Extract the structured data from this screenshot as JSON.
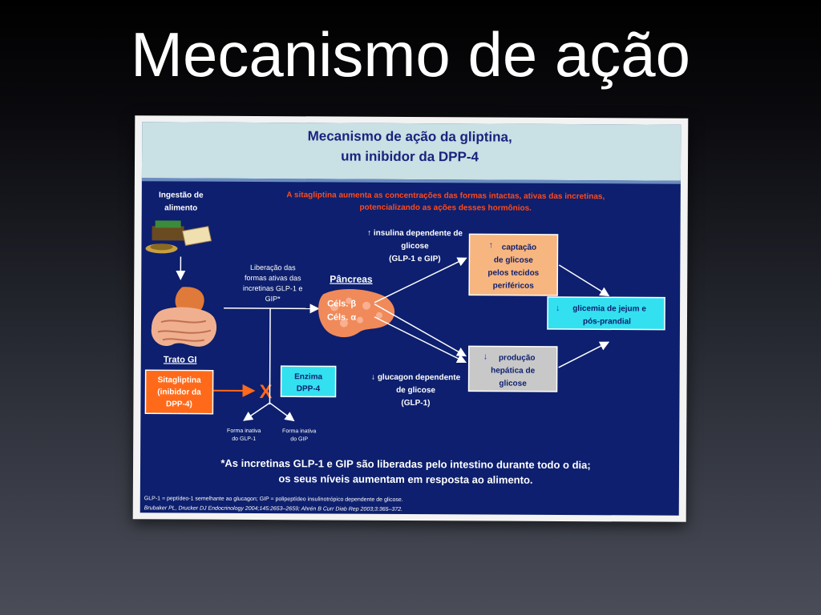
{
  "slide": {
    "title": "Mecanismo de ação"
  },
  "figure": {
    "heading_line1": "Mecanismo de ação da gliptina,",
    "heading_line2": "um inibidor da DPP-4",
    "intro_line1": "A sitagliptina aumenta as concentrações das formas intactas, ativas das incretinas,",
    "intro_line2": "potencializando as ações desses hormônios.",
    "food_label_line1": "Ingestão de",
    "food_label_line2": "alimento",
    "gi_label": "Trato GI",
    "release_line1": "Liberação das",
    "release_line2": "formas ativas das",
    "release_line3": "incretinas GLP-1 e",
    "release_line4": "GIP*",
    "pancreas_label": "Pâncreas",
    "beta_cells": "Céls. β",
    "alpha_cells": "Céls. α",
    "insulin_line1": "↑ insulina dependente de",
    "insulin_line2": "glicose",
    "insulin_line3": "(GLP-1 e GIP)",
    "glucagon_line1": "↓ glucagon dependente",
    "glucagon_line2": "de glicose",
    "glucagon_line3": "(GLP-1)",
    "uptake_line1": "captação",
    "uptake_line2": "de glicose",
    "uptake_line3": "pelos tecidos",
    "uptake_line4": "periféricos",
    "uptake_arrow": "↑",
    "hepatic_line1": "produção",
    "hepatic_line2": "hepática de",
    "hepatic_line3": "glicose",
    "hepatic_arrow": "↓",
    "glycemia_line1": "glicemia de jejum e",
    "glycemia_line2": "pós-prandial",
    "glycemia_arrow": "↓",
    "sitagliptin_line1": "Sitagliptina",
    "sitagliptin_line2": "(inibidor da",
    "sitagliptin_line3": "DPP-4)",
    "inhibit_mark": "X",
    "enzyme_line1": "Enzima",
    "enzyme_line2": "DPP-4",
    "inactive_glp1_line1": "Forma inativa",
    "inactive_glp1_line2": "do GLP-1",
    "inactive_gip_line1": "Forma inativa",
    "inactive_gip_line2": "do GIP",
    "footnote_line1": "*As incretinas GLP-1 e GIP são liberadas pelo intestino durante todo o dia;",
    "footnote_line2": "os seus níveis aumentam em resposta ao alimento.",
    "ref_line1": "GLP-1 = peptídeo-1 semelhante ao glucagon; GIP = polipeptídeo insulinotrópico dependente de glicose.",
    "ref_line2": "Brubaker PL, Drucker DJ Endocrinology 2004;145:2653–2659; Ahrén B Curr Diab Rep 2003;3:365–372."
  },
  "colors": {
    "panel_bg": "#0d1f6e",
    "heading_bg": "#c9e0e4",
    "heading_text": "#1a237e",
    "intro_text": "#ff4a1a",
    "uptake_box": "#f7b680",
    "hepatic_box": "#c8c8c8",
    "glycemia_box": "#33e0f0",
    "sitagliptin_box": "#ff6a1a",
    "enzyme_box": "#33e0f0",
    "pancreas": "#f08a5a"
  }
}
